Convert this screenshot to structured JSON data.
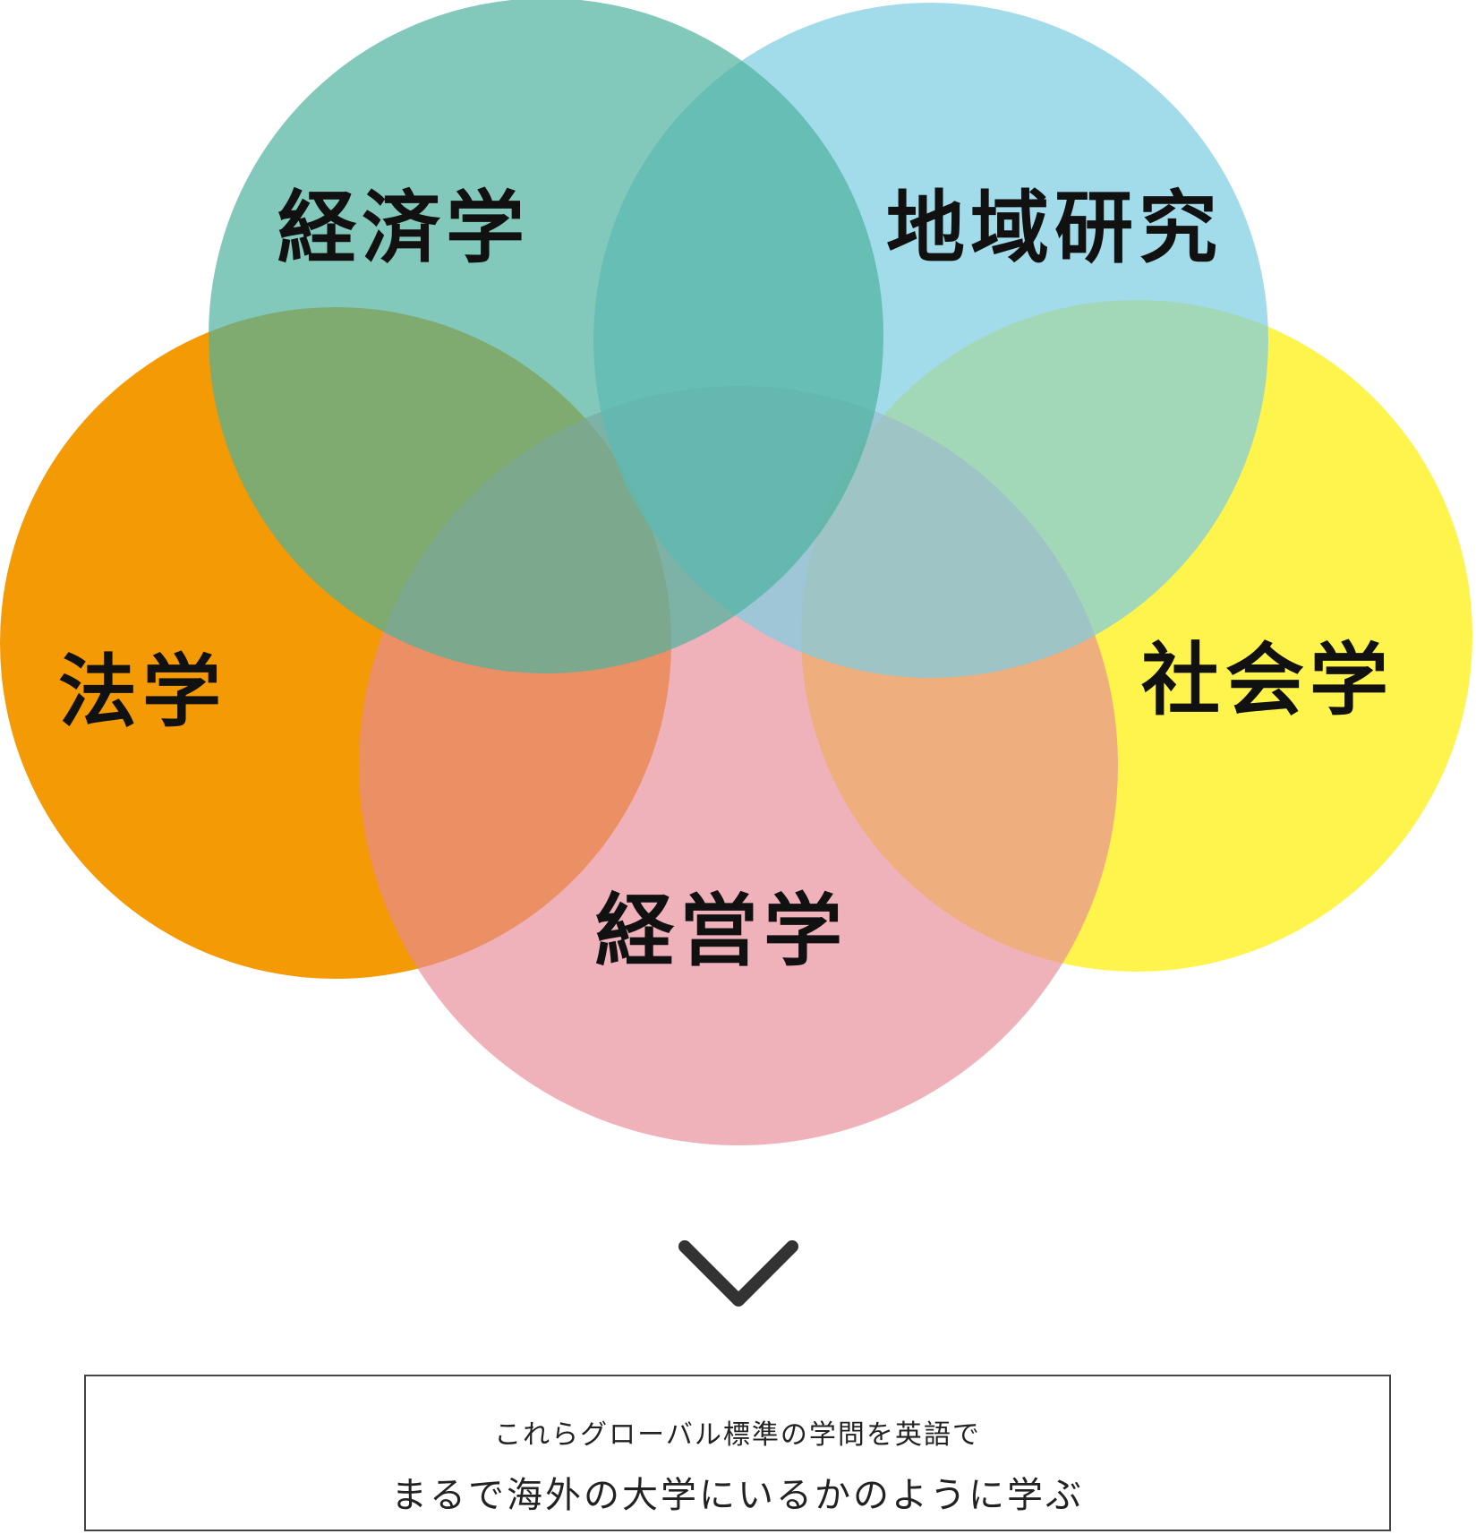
{
  "diagram": {
    "circles": [
      {
        "id": "law",
        "label": "法学",
        "color": "#F39800"
      },
      {
        "id": "economics",
        "label": "経済学",
        "color": "#4DB29E"
      },
      {
        "id": "regional",
        "label": "地域研究",
        "color": "#7ECDE0"
      },
      {
        "id": "sociology",
        "label": "社会学",
        "color": "#FFF000"
      },
      {
        "id": "management",
        "label": "経営学",
        "color": "#E78A96"
      }
    ]
  },
  "icons": {
    "down": "chevron-down-icon"
  },
  "info": {
    "subtitle": "これらグローバル標準の学問を英語で",
    "title": "まるで海外の大学にいるかのように学ぶ"
  }
}
